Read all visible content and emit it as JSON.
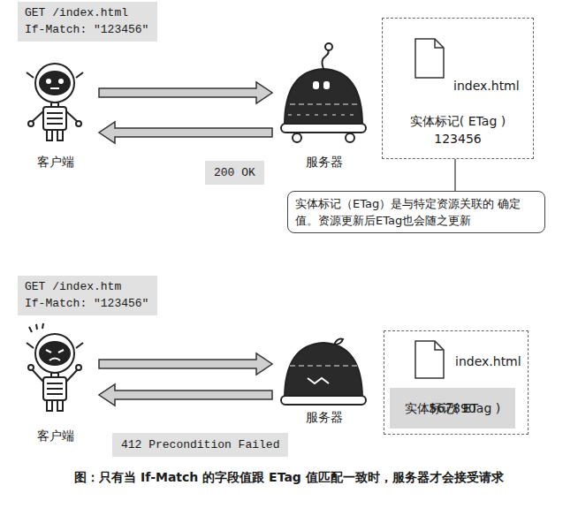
{
  "diagram": {
    "caption": "图：只有当 If-Match 的字段值跟 ETag 值匹配一致时，服务器才会接受请求",
    "nodes": [
      {
        "text": [
          "GET /index.html",
          "If-Match: \"123456\""
        ]
      },
      {
        "text": [
          "客户端"
        ]
      },
      {
        "text": [
          "服务器"
        ]
      },
      {
        "text": [
          "index.html",
          "实体标记( ETag )",
          "123456"
        ]
      },
      {
        "text": [
          "200 OK"
        ]
      },
      {
        "text": [
          "实体标记（ETag）是与特定资源关联的 确定值。资源更新后ETag也会随之更新"
        ]
      },
      {
        "text": [
          "GET /index.htm",
          "If-Match: \"123456\""
        ]
      },
      {
        "text": [
          "客户端"
        ]
      },
      {
        "text": [
          "服务器"
        ]
      },
      {
        "text": [
          "index.html"
        ]
      },
      {
        "text": [
          "实体标记( ETag )",
          "567890"
        ],
        "in": 9
      },
      {
        "text": [
          "412 Precondition Failed"
        ]
      }
    ],
    "edges": [
      {
        "from": 1,
        "to": 2,
        "arrow": "to"
      },
      {
        "from": 2,
        "to": 1,
        "arrow": "to"
      },
      {
        "from": 5,
        "to": 3,
        "arrow": "none"
      },
      {
        "from": 7,
        "to": 8,
        "arrow": "to"
      },
      {
        "from": 8,
        "to": 7,
        "arrow": "to"
      }
    ]
  }
}
